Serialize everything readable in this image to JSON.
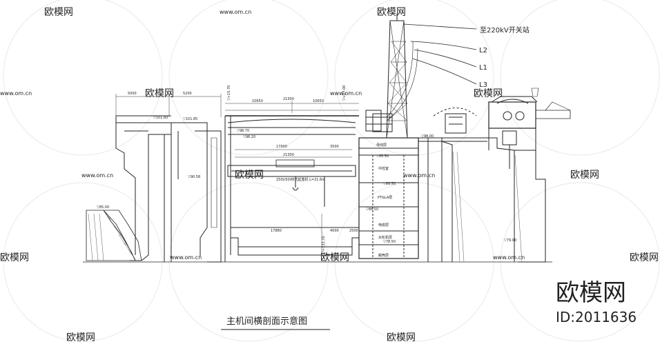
{
  "drawing": {
    "title": "主机间横剖面示意图",
    "outgoing_labels": [
      "至220kV开关站",
      "L2",
      "L1",
      "L3"
    ],
    "dimensions_top": [
      "5000",
      "5200",
      "10650",
      "21300",
      "10650",
      "▽101.85",
      "▽101.60",
      "▽+15.70",
      "▽+07.00"
    ],
    "dimensions_mid": [
      "17000",
      "3500",
      "21300",
      "250t/50t桥式起重机 L=21.6m",
      "▽98.70",
      "▽98.20",
      "▽98.00",
      "▽95.50"
    ],
    "elevations_left": [
      "▽90.58",
      "▽85.00"
    ],
    "dimensions_bottom": [
      "17880",
      "4000",
      "2500",
      "▽89.50",
      "▽86.50",
      "▽78.50",
      "▽79.00",
      "▽+333.70"
    ],
    "room_labels": [
      "母线层",
      "中控室",
      "PT&LA层",
      "电缆层",
      "水轮机层",
      "蜗壳层"
    ]
  },
  "watermark": {
    "logo_text": "欧模网",
    "url_text": "www.om.cn"
  },
  "brand": {
    "name": "欧模网",
    "id": "ID:2011636"
  }
}
